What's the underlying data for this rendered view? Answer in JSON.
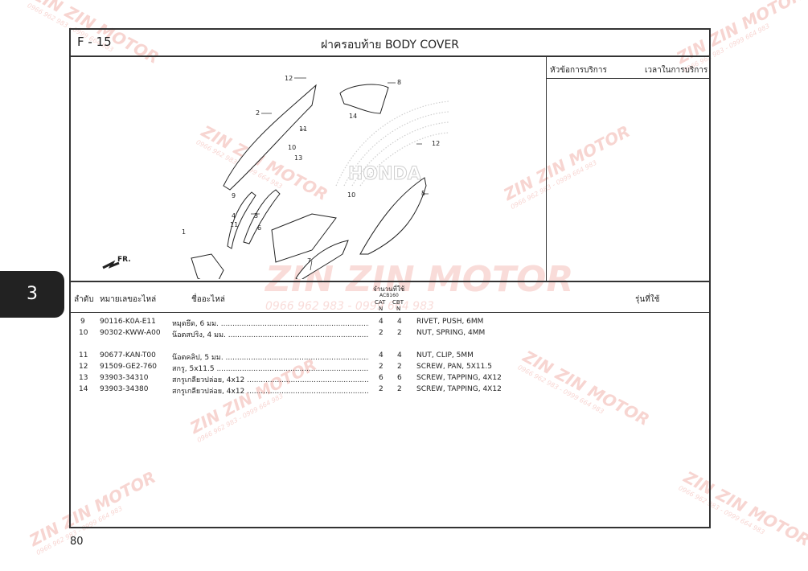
{
  "section_tab": "3",
  "page_number": "80",
  "header": {
    "code": "F - 15",
    "title": "ฝาครอบท้าย  BODY COVER"
  },
  "service": {
    "topic_label": "หัวข้อการบริการ",
    "time_label": "เวลาในการบริการ"
  },
  "watermark": {
    "brand": "ZIN ZIN MOTOR",
    "phone": "0966 962 983 - 0999 664 983"
  },
  "diagram": {
    "direction_label": "FR.",
    "logo_text": "HONDA",
    "callouts": [
      "1",
      "2",
      "3",
      "4",
      "5",
      "6",
      "7",
      "8",
      "9",
      "10",
      "11",
      "12",
      "13",
      "14"
    ]
  },
  "table": {
    "headers": {
      "index": "ลำดับ",
      "part_number": "หมายเลขอะไหล่",
      "part_name": "ชื่ออะไหล่",
      "qty": "จำนวนที่ใช้",
      "model": "ACB160",
      "col_cat": "CAT",
      "col_cat_n": "N",
      "col_cbt": "CBT",
      "col_cbt_n": "N",
      "models_used": "รุ่นที่ใช้"
    },
    "rows": [
      {
        "no": "9",
        "pn": "90116-K0A-E11",
        "th": "หมุดยึด, 6 มม. ............................................................................",
        "cat": "4",
        "cbt": "4",
        "en": "RIVET, PUSH, 6MM"
      },
      {
        "no": "10",
        "pn": "90302-KWW-A00",
        "th": "น๊อตสปริง, 4 มม. ............................................................................",
        "cat": "2",
        "cbt": "2",
        "en": "NUT, SPRING, 4MM"
      },
      {
        "no": "11",
        "pn": "90677-KAN-T00",
        "th": "น๊อตคลิป, 5 มม. ............................................................................",
        "cat": "4",
        "cbt": "4",
        "en": "NUT, CLIP, 5MM"
      },
      {
        "no": "12",
        "pn": "91509-GE2-760",
        "th": "สกรู, 5x11.5 ............................................................................",
        "cat": "2",
        "cbt": "2",
        "en": "SCREW, PAN, 5X11.5"
      },
      {
        "no": "13",
        "pn": "93903-34310",
        "th": "สกรูเกลียวปล่อย, 4x12 ............................................................................",
        "cat": "6",
        "cbt": "6",
        "en": "SCREW, TAPPING, 4X12"
      },
      {
        "no": "14",
        "pn": "93903-34380",
        "th": "สกรูเกลียวปล่อย, 4x12 ............................................................................",
        "cat": "2",
        "cbt": "2",
        "en": "SCREW, TAPPING, 4X12"
      }
    ]
  }
}
